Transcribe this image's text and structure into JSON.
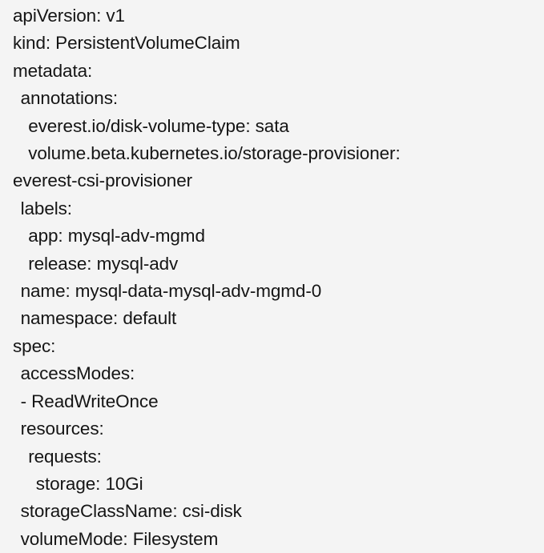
{
  "document": {
    "kind": "yaml-manifest",
    "resource_kind": "PersistentVolumeClaim",
    "background_color": "#f4f4f4",
    "text_color": "#151515",
    "lines": [
      {
        "text": "apiVersion: v1",
        "indent": 0
      },
      {
        "text": "kind: PersistentVolumeClaim",
        "indent": 0
      },
      {
        "text": "metadata:",
        "indent": 0
      },
      {
        "text": "annotations:",
        "indent": 1
      },
      {
        "text": "everest.io/disk-volume-type: sata",
        "indent": 2
      },
      {
        "text": "volume.beta.kubernetes.io/storage-provisioner:",
        "indent": 2
      },
      {
        "text": "everest-csi-provisioner",
        "indent": 0
      },
      {
        "text": "labels:",
        "indent": 1
      },
      {
        "text": "app: mysql-adv-mgmd",
        "indent": 2
      },
      {
        "text": "release: mysql-adv",
        "indent": 2
      },
      {
        "text": "name: mysql-data-mysql-adv-mgmd-0",
        "indent": 1
      },
      {
        "text": "namespace: default",
        "indent": 1
      },
      {
        "text": "spec:",
        "indent": 0
      },
      {
        "text": "accessModes:",
        "indent": 1
      },
      {
        "text": "- ReadWriteOnce",
        "indent": 1
      },
      {
        "text": "resources:",
        "indent": 1
      },
      {
        "text": "requests:",
        "indent": 2
      },
      {
        "text": "storage: 10Gi",
        "indent": 3
      },
      {
        "text": "storageClassName: csi-disk",
        "indent": 1
      },
      {
        "text": "volumeMode: Filesystem",
        "indent": 1
      }
    ]
  }
}
